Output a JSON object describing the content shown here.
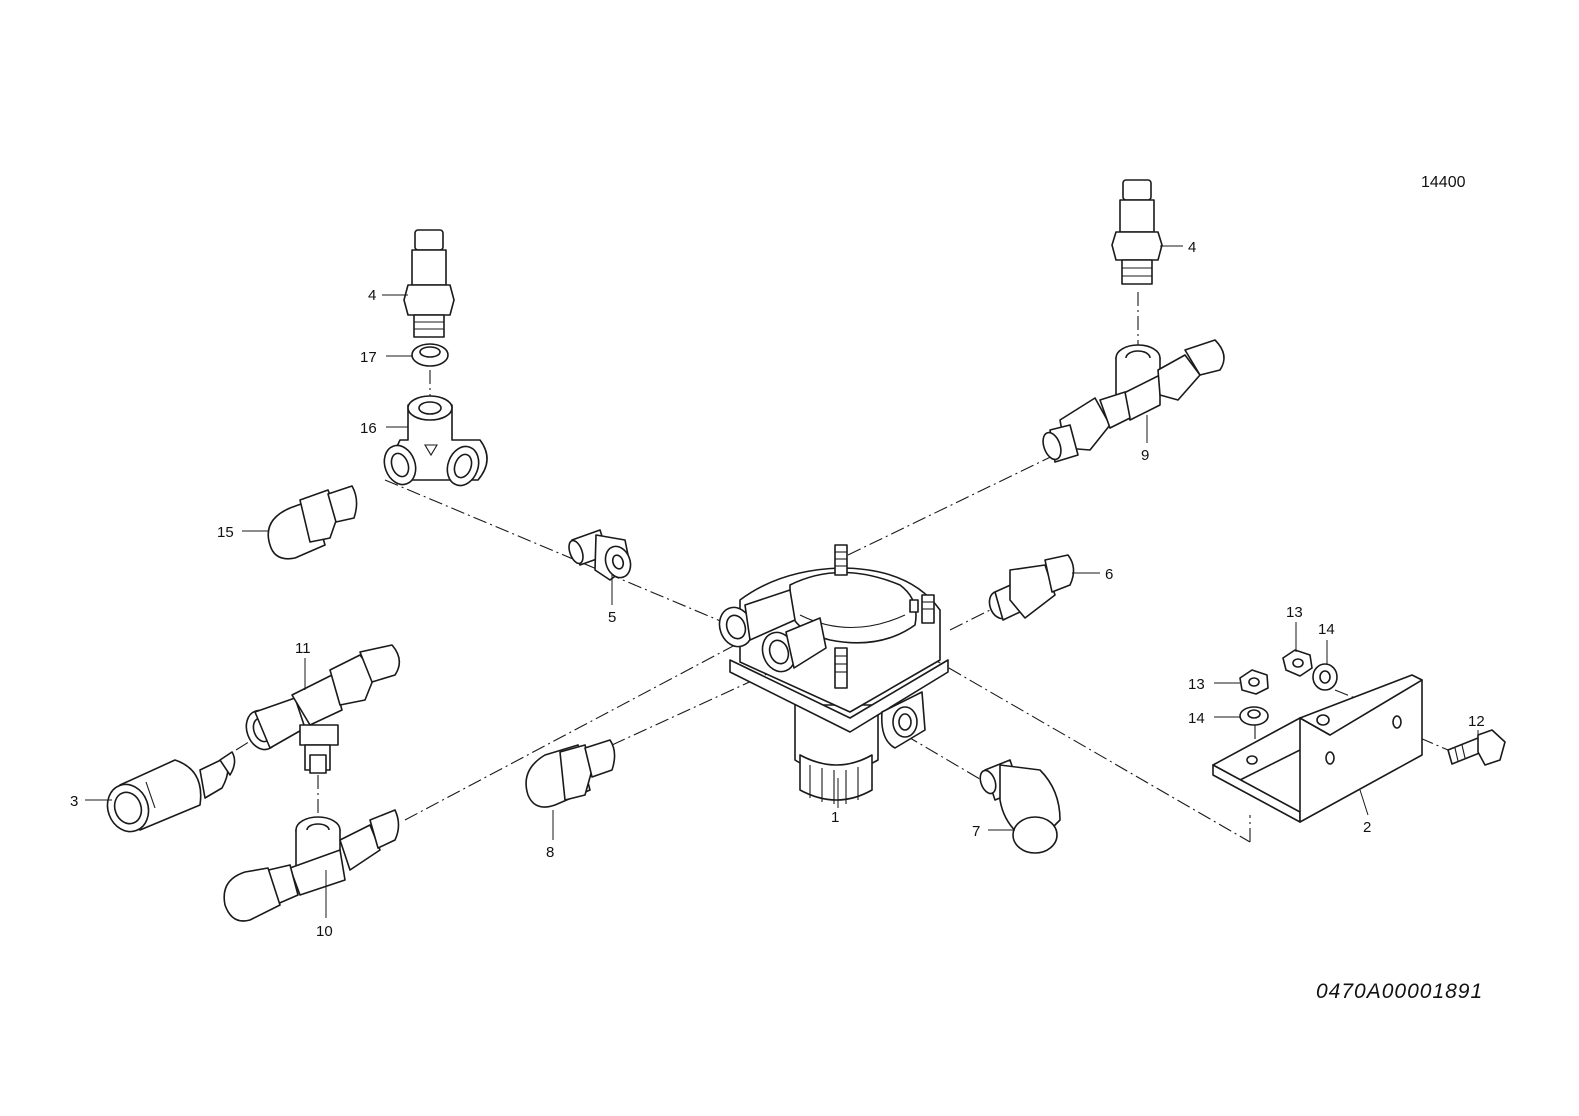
{
  "drawing": {
    "section_code": "14400",
    "document_number": "0470A00001891"
  },
  "callouts": {
    "p1": "1",
    "p2": "2",
    "p3": "3",
    "p4_left": "4",
    "p4_right": "4",
    "p5": "5",
    "p6": "6",
    "p7": "7",
    "p8": "8",
    "p9": "9",
    "p10": "10",
    "p11": "11",
    "p12": "12",
    "p13_a": "13",
    "p13_b": "13",
    "p14_a": "14",
    "p14_b": "14",
    "p15": "15",
    "p16": "16",
    "p17": "17"
  }
}
